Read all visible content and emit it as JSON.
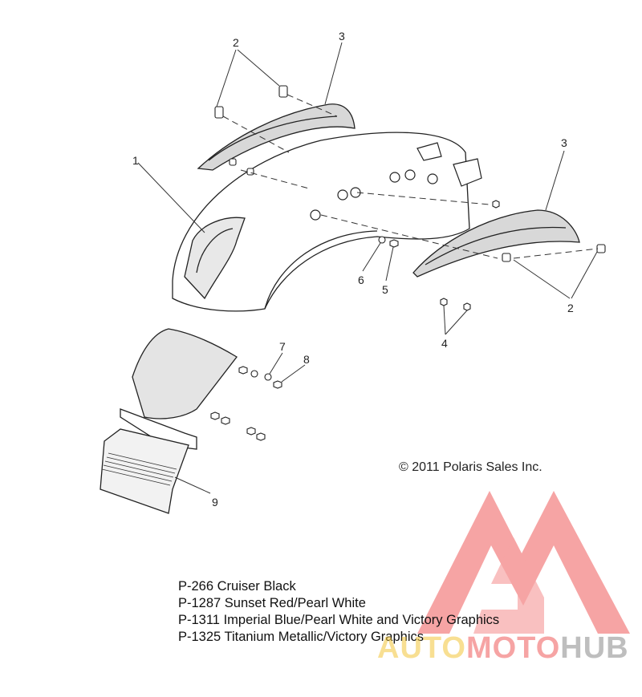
{
  "callouts": {
    "c1": "1",
    "c2a": "2",
    "c2b": "2",
    "c3a": "3",
    "c3b": "3",
    "c4": "4",
    "c5": "5",
    "c6": "6",
    "c7": "7",
    "c8": "8",
    "c9": "9"
  },
  "copyright": "© 2011 Polaris Sales Inc.",
  "variants": [
    "P-266  Cruiser Black",
    "P-1287 Sunset Red/Pearl White",
    "P-1311 Imperial Blue/Pearl White and Victory Graphics",
    "P-1325 Titanium Metallic/Victory Graphics"
  ],
  "watermark": {
    "part1": "AUTO",
    "part2": "MOTO",
    "part3": "HUB",
    "color1": "#f3c63a",
    "color2": "#ef5a5a",
    "color3": "#8a8a8a",
    "logo_color": "#ef5a5a"
  }
}
